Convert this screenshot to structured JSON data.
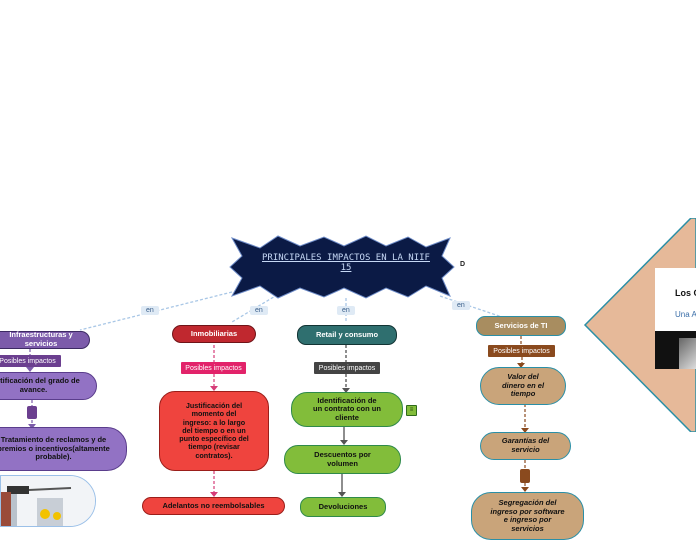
{
  "center": {
    "title": "PRINCIPALES IMPACTOS EN LA NIIF 15",
    "side_letter": "D"
  },
  "edge_label": "en",
  "categories": {
    "infra": "Infraestructuras y servicios",
    "inmob": "Inmobiliarias",
    "retail": "Retail y consumo",
    "ti": "Servicios de TI"
  },
  "impact_label": "Posibles impactos",
  "infra_items": [
    "Justificación del grado de avance.",
    "Tratamiento de reclamos y de premios o incentivos(altamente probable)."
  ],
  "inmob_items": [
    "Justificación del momento del ingreso: a lo largo del tiempo o en un punto específico del tiempo (revisar contratos).",
    "Adelantos no reembolsables"
  ],
  "retail_items": [
    "Identificación de un contrato con un cliente",
    "Descuentos por volumen",
    "Devoluciones"
  ],
  "ti_items": [
    "Valor del dinero en el tiempo",
    "Garantías del servicio",
    "Segregación del ingreso por software e ingreso por servicios"
  ],
  "side_panel": {
    "title": "Los C",
    "subtitle": "Una A"
  },
  "colors": {
    "center": "#0b1a45",
    "infra": "#7c5baa",
    "inmob": "#d3303a",
    "retail": "#2f6f6f",
    "ti": "#a88d60",
    "green": "#82bd3a",
    "tan": "#c9a47a",
    "side": "#e6b999"
  }
}
